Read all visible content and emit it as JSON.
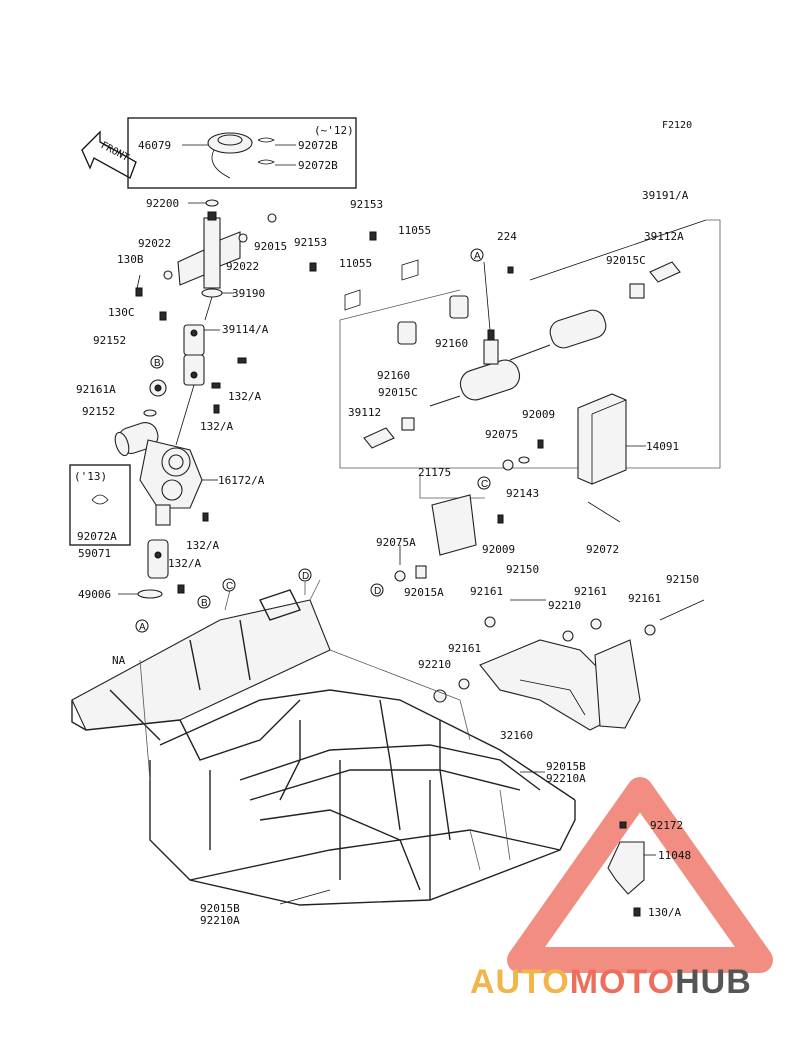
{
  "figure_code": "F2120",
  "front_label": "FRONT",
  "logo": {
    "part1": "AUTO",
    "part2": "MOTO",
    "part3": "HUB",
    "color1": "#f2b54a",
    "color2": "#ee6e5d",
    "color3": "#555555",
    "triangle": "#f07a6b"
  },
  "refs": {
    "A": "A",
    "B": "B",
    "C": "C",
    "D": "D"
  },
  "notes": {
    "upto12": "(~'12)",
    "from13": "('13)"
  },
  "parts": {
    "p46079": "46079",
    "p92072B_1": "92072B",
    "p92072B_2": "92072B",
    "p92200": "92200",
    "p92022_a": "92022",
    "p130B": "130B",
    "p92022_b": "92022",
    "p92015_a": "92015",
    "p39190": "39190",
    "p130C": "130C",
    "p39114A": "39114/A",
    "p92152_a": "92152",
    "p92161A": "92161A",
    "p132A_a": "132/A",
    "p92152_b": "92152",
    "p132A_b": "132/A",
    "p16172A": "16172/A",
    "p92072A": "92072A",
    "p132A_c": "132/A",
    "p59071": "59071",
    "p132A_d": "132/A",
    "p49006": "49006",
    "pNA": "NA",
    "p92153_a": "92153",
    "p11055_a": "11055",
    "p92153_b": "92153",
    "p11055_b": "11055",
    "p92160_a": "92160",
    "p92160_b": "92160",
    "p224": "224",
    "p39191A": "39191/A",
    "p39112A": "39112A",
    "p92015C_a": "92015C",
    "p92015C_b": "92015C",
    "p39112": "39112",
    "p92009_a": "92009",
    "p92075": "92075",
    "p92143": "92143",
    "p14091": "14091",
    "p21175": "21175",
    "p92075A": "92075A",
    "p92009_b": "92009",
    "p92015A": "92015A",
    "p92072": "92072",
    "p92150_a": "92150",
    "p92161_a": "92161",
    "p92161_b": "92161",
    "p92210_a": "92210",
    "p92150_b": "92150",
    "p92161_c": "92161",
    "p92161_d": "92161",
    "p92210_b": "92210",
    "p32160": "32160",
    "p92015B_a": "92015B",
    "p92210A_a": "92210A",
    "p92172": "92172",
    "p11048": "11048",
    "p130A": "130/A",
    "p92015B_b": "92015B",
    "p92210A_b": "92210A"
  }
}
